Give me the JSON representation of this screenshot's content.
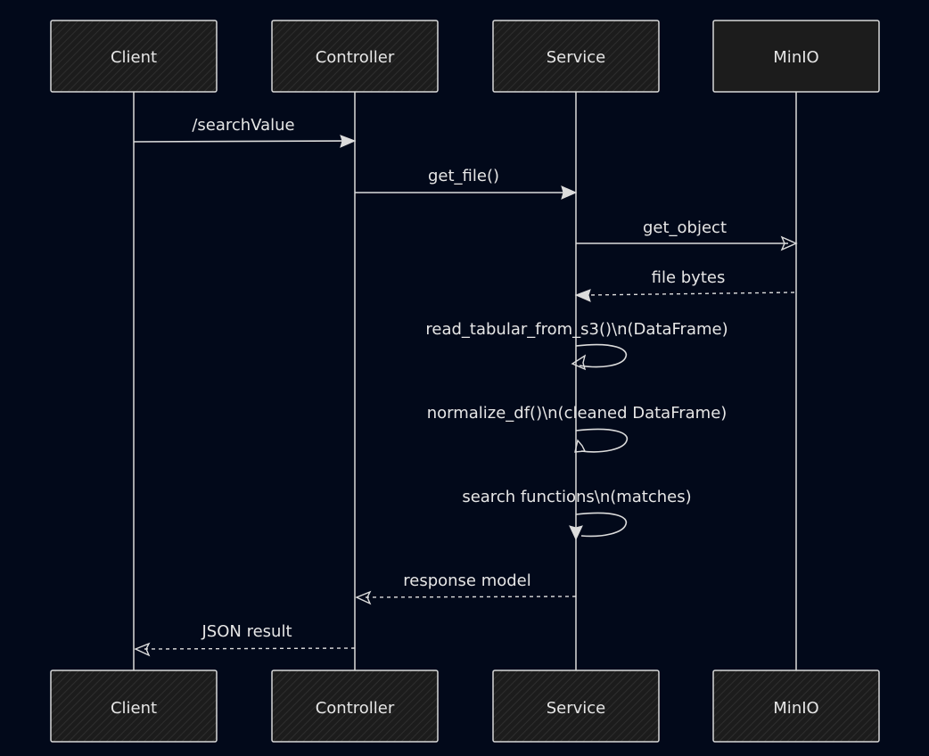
{
  "participants_top": [
    "Client",
    "Controller",
    "Service",
    "MinIO"
  ],
  "participants_bottom": [
    "Client",
    "Controller",
    "Service",
    "MinIO"
  ],
  "messages": [
    {
      "label": "/searchValue",
      "from": "Client",
      "to": "Controller",
      "style": "solid"
    },
    {
      "label": "get_file()",
      "from": "Controller",
      "to": "Service",
      "style": "solid"
    },
    {
      "label": "get_object",
      "from": "Service",
      "to": "MinIO",
      "style": "solid"
    },
    {
      "label": "file bytes",
      "from": "MinIO",
      "to": "Service",
      "style": "dashed"
    },
    {
      "label": "read_tabular_from_s3()\\n(DataFrame)",
      "from": "Service",
      "to": "Service",
      "style": "self"
    },
    {
      "label": "normalize_df()\\n(cleaned DataFrame)",
      "from": "Service",
      "to": "Service",
      "style": "self"
    },
    {
      "label": "search functions\\n(matches)",
      "from": "Service",
      "to": "Service",
      "style": "self"
    },
    {
      "label": "response model",
      "from": "Service",
      "to": "Controller",
      "style": "dashed"
    },
    {
      "label": "JSON result",
      "from": "Controller",
      "to": "Client",
      "style": "dashed"
    }
  ],
  "colors": {
    "background": "#02091a",
    "box_fill": "#1c1c1c",
    "stroke": "#d8d8d8",
    "text": "#e6e6e6"
  }
}
